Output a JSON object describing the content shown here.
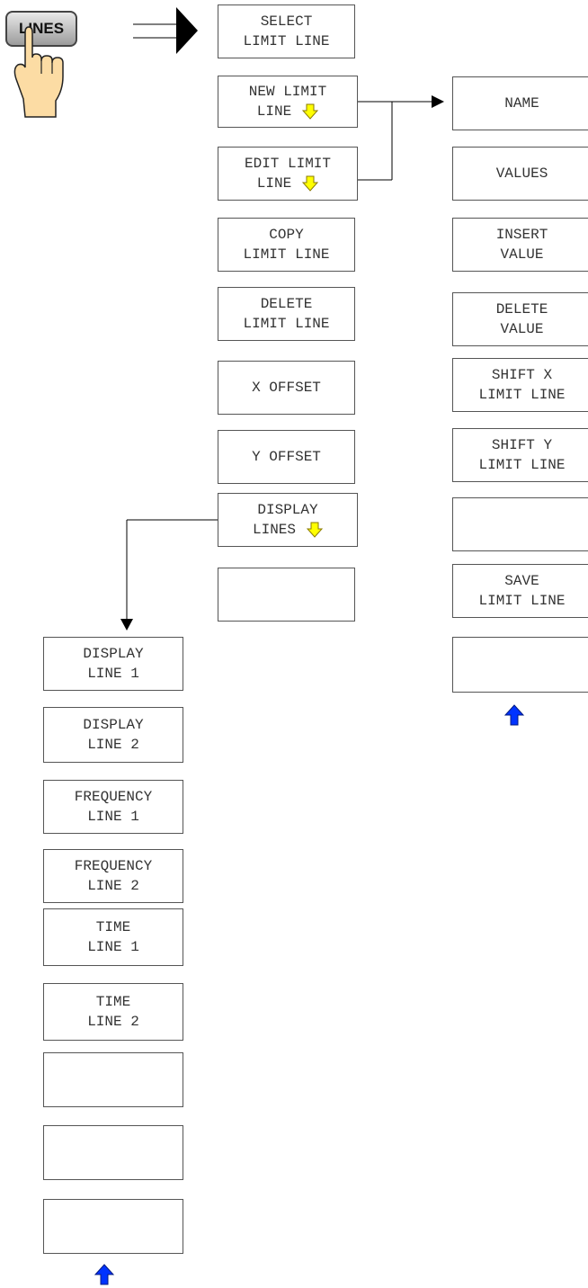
{
  "hardkey": {
    "label": "LINES"
  },
  "menu_main": [
    {
      "line1": "SELECT",
      "line2": "LIMIT LINE"
    },
    {
      "line1": "NEW LIMIT",
      "line2": "LINE",
      "submenu": true
    },
    {
      "line1": "EDIT LIMIT",
      "line2": "LINE",
      "submenu": true
    },
    {
      "line1": "COPY",
      "line2": "LIMIT LINE"
    },
    {
      "line1": "DELETE",
      "line2": "LIMIT LINE"
    },
    {
      "line1": "X OFFSET",
      "line2": ""
    },
    {
      "line1": "Y OFFSET",
      "line2": ""
    },
    {
      "line1": "DISPLAY",
      "line2": "LINES",
      "submenu": true
    },
    {
      "line1": "",
      "line2": ""
    }
  ],
  "menu_edit": [
    {
      "line1": "NAME",
      "line2": ""
    },
    {
      "line1": "VALUES",
      "line2": ""
    },
    {
      "line1": "INSERT",
      "line2": "VALUE"
    },
    {
      "line1": "DELETE",
      "line2": "VALUE"
    },
    {
      "line1": "SHIFT X",
      "line2": "LIMIT LINE"
    },
    {
      "line1": "SHIFT Y",
      "line2": "LIMIT LINE"
    },
    {
      "line1": "",
      "line2": ""
    },
    {
      "line1": "SAVE",
      "line2": "LIMIT LINE"
    },
    {
      "line1": "",
      "line2": ""
    }
  ],
  "menu_display": [
    {
      "line1": "DISPLAY",
      "line2": "LINE 1"
    },
    {
      "line1": "DISPLAY",
      "line2": "LINE 2"
    },
    {
      "line1": "FREQUENCY",
      "line2": "LINE 1"
    },
    {
      "line1": "FREQUENCY",
      "line2": "LINE 2"
    },
    {
      "line1": "TIME",
      "line2": "LINE 1"
    },
    {
      "line1": "TIME",
      "line2": "LINE 2"
    },
    {
      "line1": "",
      "line2": ""
    },
    {
      "line1": "",
      "line2": ""
    },
    {
      "line1": "",
      "line2": ""
    }
  ],
  "colors": {
    "submenu_arrow": "#ffff00",
    "back_arrow": "#0033ff"
  },
  "icons": {
    "submenu": "down-arrow-icon",
    "back": "up-arrow-icon",
    "hand": "pointing-hand-icon"
  }
}
